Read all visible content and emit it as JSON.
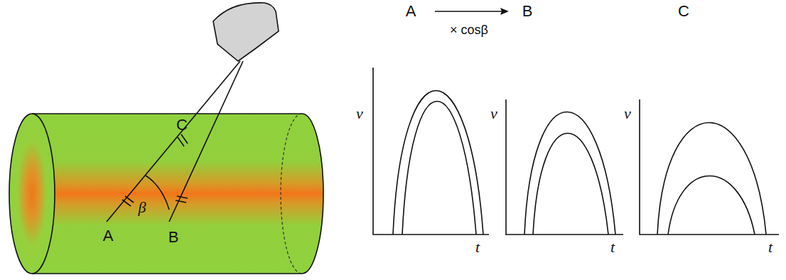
{
  "diagram": {
    "labels": [
      "A",
      "B",
      "C",
      "× cosβ",
      "v",
      "t",
      "v",
      "t",
      "v",
      "t",
      "C",
      "β",
      "A",
      "B"
    ]
  }
}
